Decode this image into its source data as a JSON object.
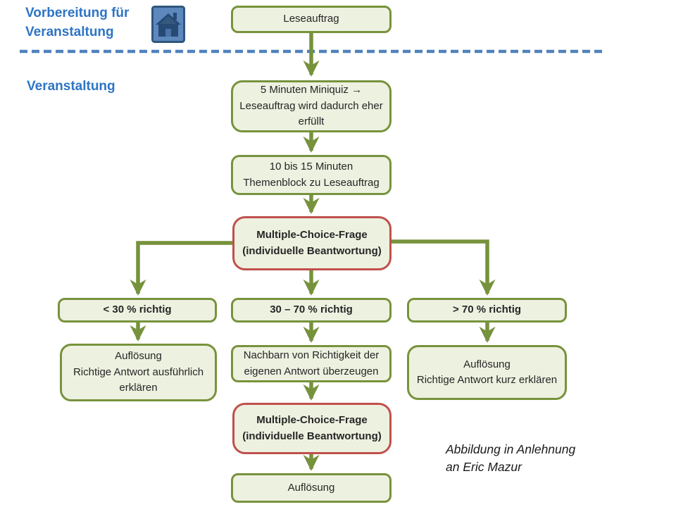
{
  "slide": {
    "preparation_label": "Vorbereitung für\nVeranstaltung",
    "event_label": "Veranstaltung",
    "caption": "Abbildung in Anlehnung\nan Eric Mazur"
  },
  "icons": {
    "home": "home-icon"
  },
  "colors": {
    "heading_blue": "#2E75C4",
    "divider_blue": "#4F81BD",
    "node_border_green": "#77933C",
    "node_fill": "#EDF1E0",
    "node_border_red": "#C0504D",
    "arrow_green": "#76923C",
    "home_button_fill": "#5C88BE",
    "home_button_border": "#31567E"
  },
  "flowchart": {
    "nodes": [
      {
        "id": "leseauftrag",
        "label": "Leseauftrag"
      },
      {
        "id": "miniquiz",
        "label": "5 Minuten Miniquiz →\nLeseauftrag wird dadurch eher\nerfüllt"
      },
      {
        "id": "themenblock",
        "label": "10 bis 15 Minuten\nThemenblock zu Leseauftrag"
      },
      {
        "id": "mc-frage-1",
        "label": "Multiple-Choice-Frage\n(individuelle Beantwortung)"
      },
      {
        "id": "unter-30",
        "label": "< 30 % richtig"
      },
      {
        "id": "30-bis-70",
        "label": "30 – 70 % richtig"
      },
      {
        "id": "ueber-70",
        "label": "> 70 % richtig"
      },
      {
        "id": "aufloesung-links",
        "label": "Auflösung\nRichtige Antwort  ausführlich\nerklären"
      },
      {
        "id": "nachbarn",
        "label": "Nachbarn von Richtigkeit der\neigenen Antwort  überzeugen"
      },
      {
        "id": "aufloesung-rechts",
        "label": "Auflösung\nRichtige Antwort  kurz erklären"
      },
      {
        "id": "mc-frage-2",
        "label": "Multiple-Choice-Frage\n(individuelle Beantwortung)"
      },
      {
        "id": "aufloesung-ende",
        "label": "Auflösung"
      }
    ]
  }
}
